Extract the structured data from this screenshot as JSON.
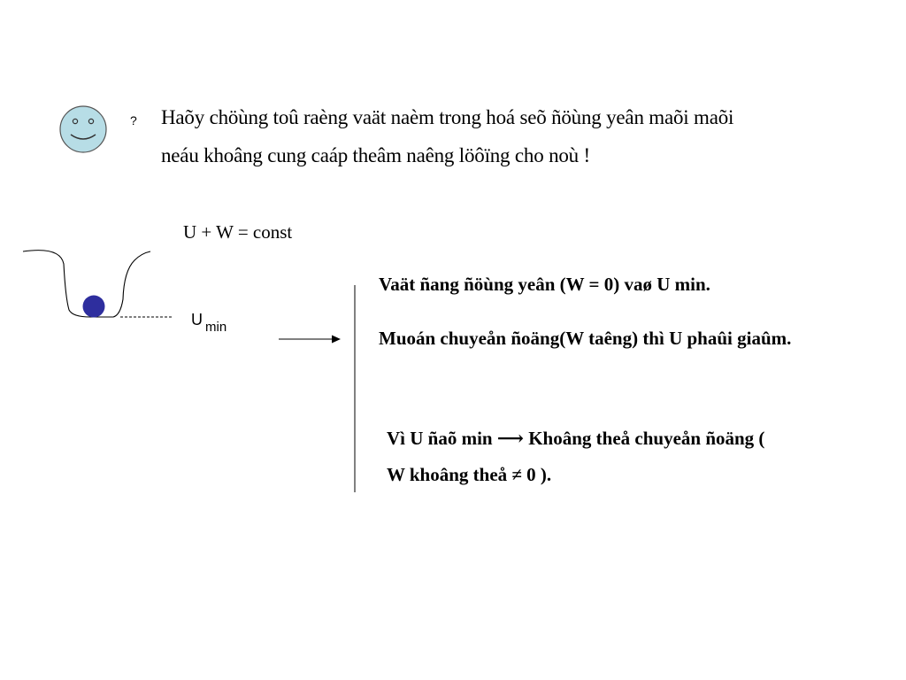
{
  "question": {
    "bullet": "?",
    "line1": "Haõy chöùng toû raèng vaät naèm trong hoá seõ ñöùng yeân maõi maõi",
    "line2": "neáu khoâng cung caáp theâm naêng löôïng cho noù !"
  },
  "formula": "U + W = const",
  "umin": {
    "base": "U",
    "sub": "min"
  },
  "statements": {
    "rest": "Vaät ñang ñöùng yeân (W = 0) vaø U min.",
    "move": "Muoán chuyeån ñoäng(W taêng) thì U phaûi giaûm."
  },
  "conclusion": {
    "line1": "Vì U ñaõ min ⟶ Khoâng theå chuyeån ñoäng (",
    "line2": "W khoâng theå ≠ 0 )."
  },
  "colors": {
    "smiley_fill": "#b7dde6",
    "ball_fill": "#2e2e9e",
    "line": "#000000"
  },
  "icons": {
    "smiley": "smiley-face-icon",
    "ball": "ball-icon",
    "arrow": "arrow-right-icon"
  }
}
